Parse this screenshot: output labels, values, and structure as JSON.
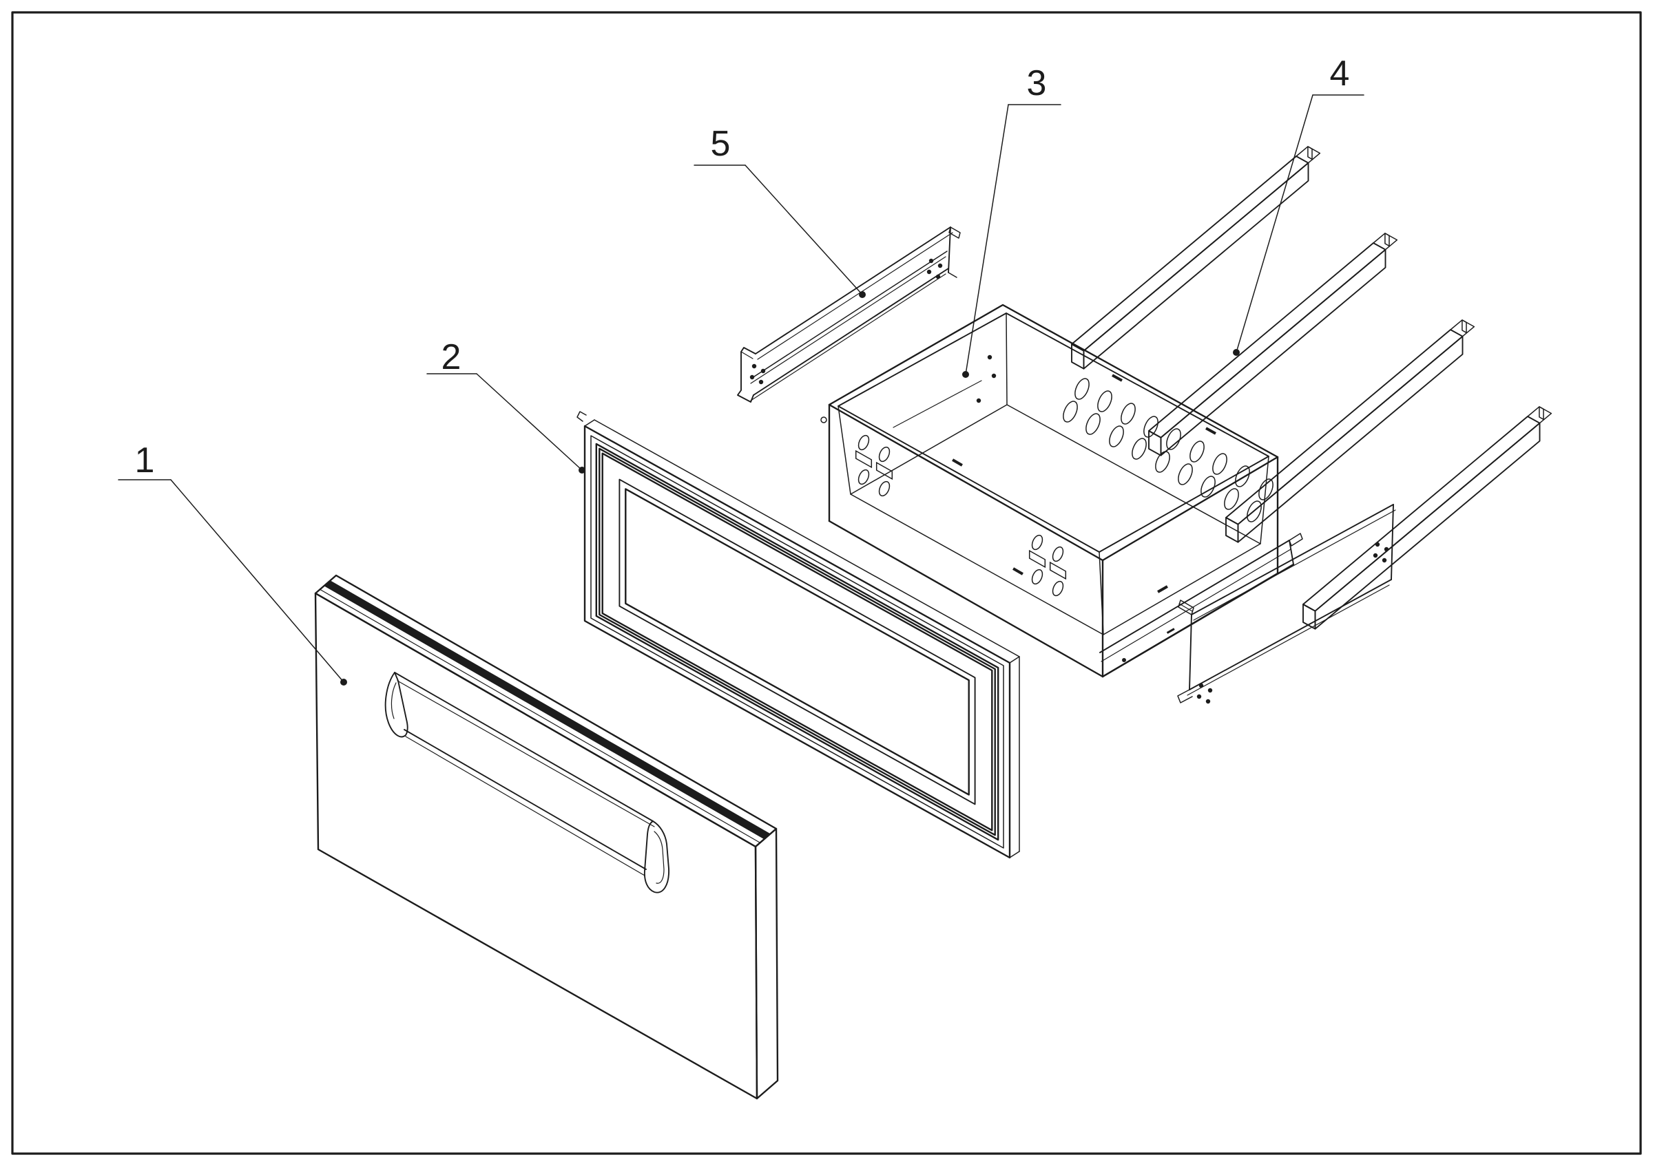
{
  "diagram": {
    "type": "exploded-parts-diagram",
    "subject": "drawer assembly exploded view",
    "background_color": "#ffffff",
    "line_color": "#1c1c1c",
    "callouts": [
      {
        "number": "1",
        "part": "drawer-front-panel-with-handle"
      },
      {
        "number": "2",
        "part": "gasket-seal-frame"
      },
      {
        "number": "3",
        "part": "drawer-box-perforated"
      },
      {
        "number": "4",
        "part": "support-bars"
      },
      {
        "number": "5",
        "part": "slide-rail"
      }
    ]
  }
}
